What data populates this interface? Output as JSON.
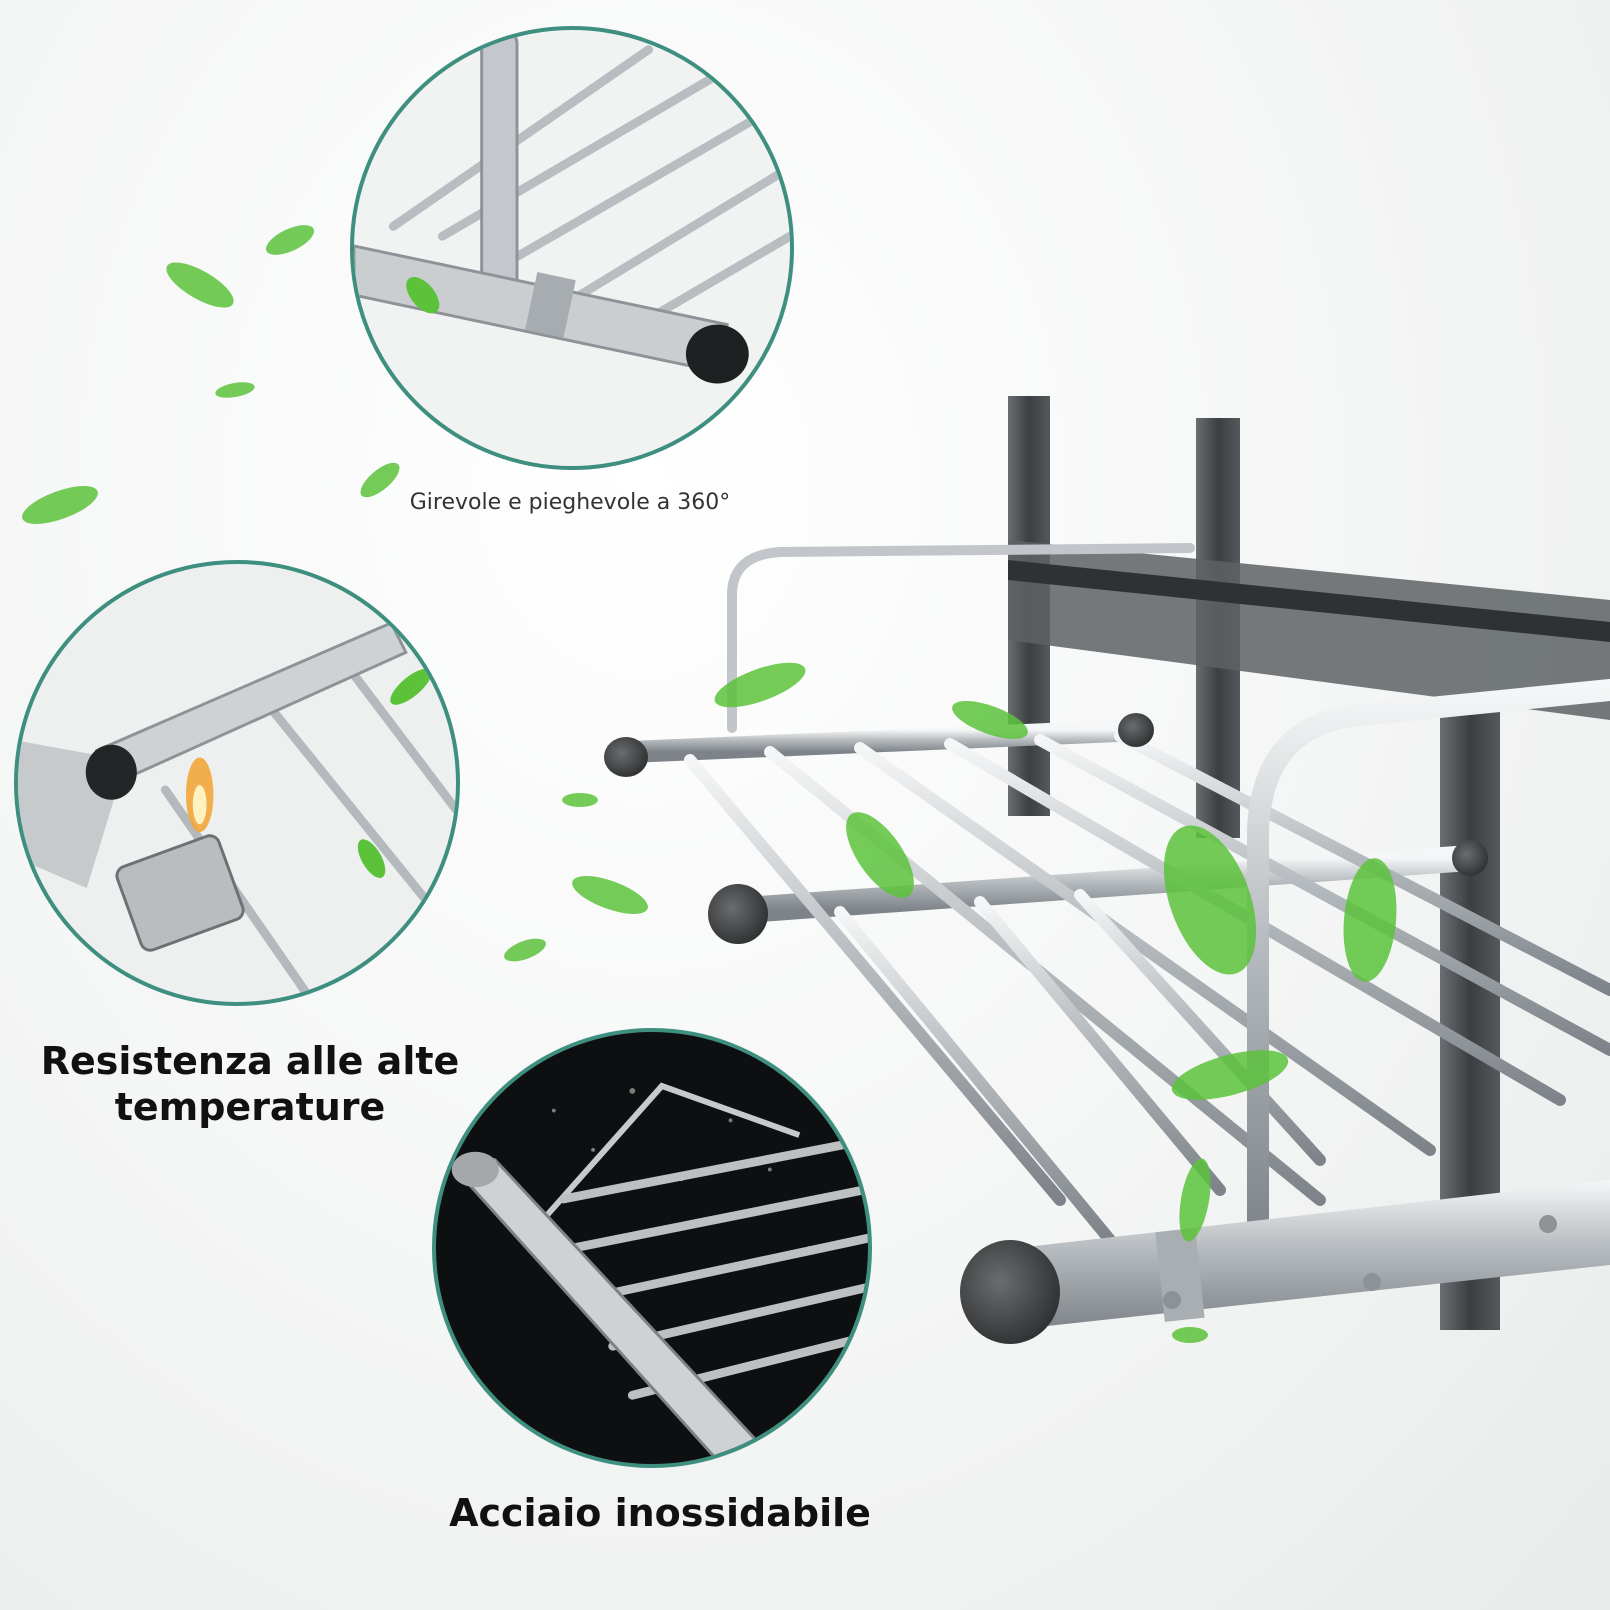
{
  "features": {
    "rotation_label": "Girevole e pieghevole a 360°",
    "heat_label": "Resistenza alle alte temperature",
    "steel_label": "Acciaio inossidabile"
  },
  "colors": {
    "circle_border": "#3f8f80",
    "leaf": "#5cc23a",
    "steel": "#c9cdd0",
    "cap": "#3a3a3c",
    "frame": "#4a4d50"
  }
}
